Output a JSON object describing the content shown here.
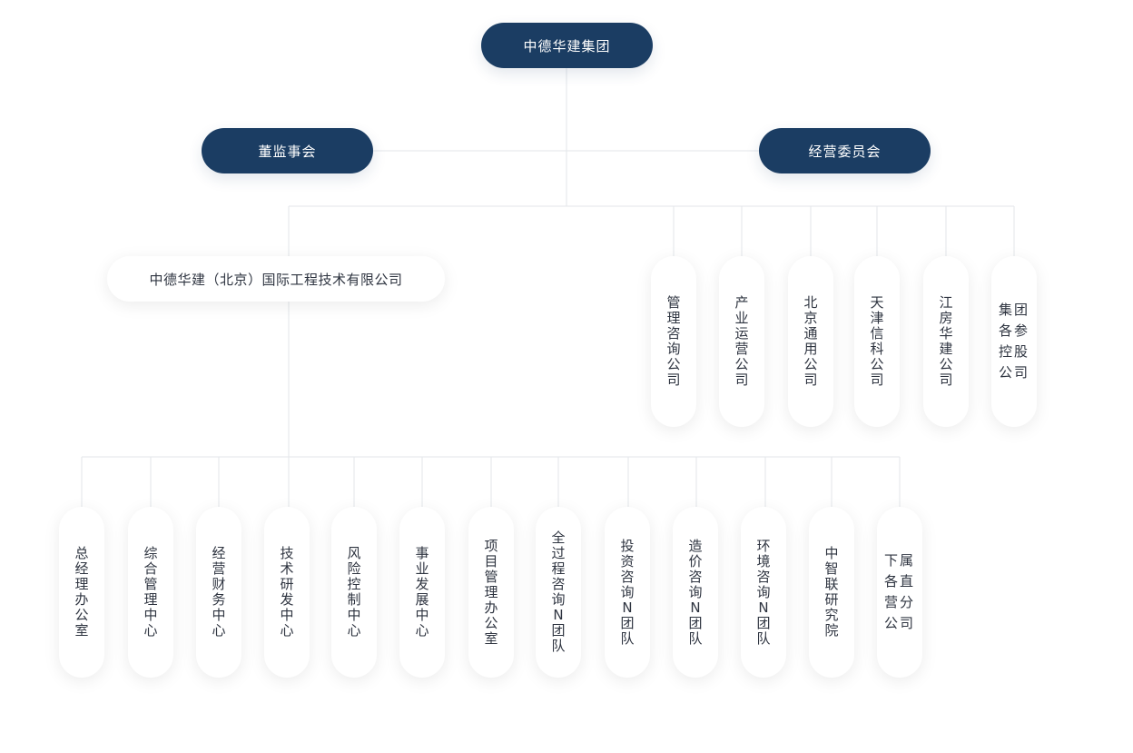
{
  "root": {
    "label": "中德华建集团"
  },
  "level2": {
    "left": "董监事会",
    "right": "经营委员会"
  },
  "subsidiary": {
    "label": "中德华建（北京）国际工程技术有限公司"
  },
  "companies": [
    "管理咨询公司",
    "产业运营公司",
    "北京通用公司",
    "天津信科公司",
    "江房华建公司",
    "集团各参控股公司"
  ],
  "departments": [
    "总经理办公室",
    "综合管理中心",
    "经营财务中心",
    "技术研发中心",
    "风险控制中心",
    "事业发展中心",
    "项目管理办公室",
    "全过程咨询N团队",
    "投资咨询N团队",
    "造价咨询N团队",
    "环境咨询N团队",
    "中智联研究院",
    "下属各直营分公司"
  ],
  "colors": {
    "dark_node": "#1b3d63",
    "connector": "#e3e6ea",
    "text": "#2e3440"
  }
}
